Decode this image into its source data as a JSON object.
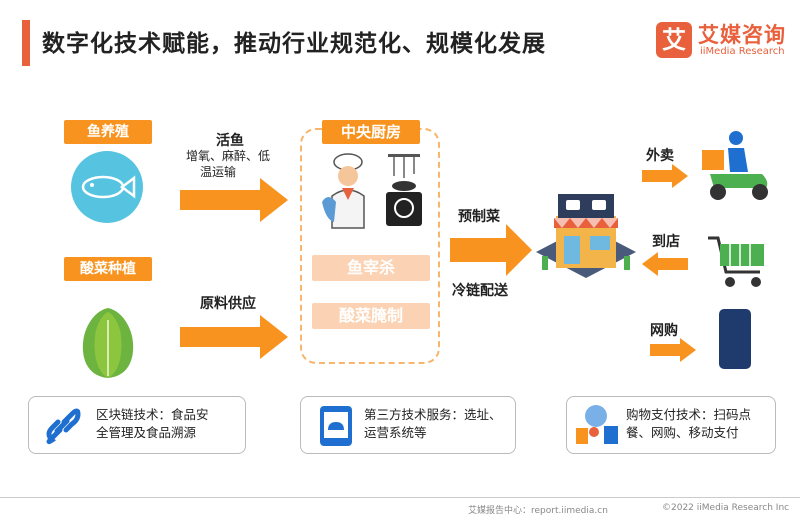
{
  "header": {
    "title": "数字化技术赋能，推动行业规范化、规模化发展",
    "logo_mark": "艾",
    "logo_cn": "艾媒咨询",
    "logo_en": "iiMedia Research"
  },
  "sources": {
    "fish": "鱼养殖",
    "pickle": "酸菜种植"
  },
  "flows": {
    "fish_title": "活鱼",
    "fish_desc_1": "增氧、麻醉、低",
    "fish_desc_2": "温运输",
    "pickle_title": "原料供应"
  },
  "kitchen": {
    "title": "中央厨房",
    "step1": "鱼宰杀",
    "step2": "酸菜腌制"
  },
  "distribution": {
    "top": "预制菜",
    "bottom": "冷链配送"
  },
  "channels": {
    "delivery": "外卖",
    "store": "到店",
    "online": "网购"
  },
  "tech": {
    "blockchain_1": "区块链技术：食品安",
    "blockchain_2": "全管理及食品溯源",
    "third_1": "第三方技术服务：选址、",
    "third_2": "运营系统等",
    "pay_1": "购物支付技术：扫码点",
    "pay_2": "餐、网购、移动支付"
  },
  "footer": {
    "left": "艾媒报告中心：report.iimedia.cn",
    "right": "©2022  iiMedia Research  Inc"
  },
  "colors": {
    "accent": "#e8603c",
    "orange": "#f7931e",
    "peach": "#fbd3b4",
    "blue": "#1e6fd0"
  }
}
